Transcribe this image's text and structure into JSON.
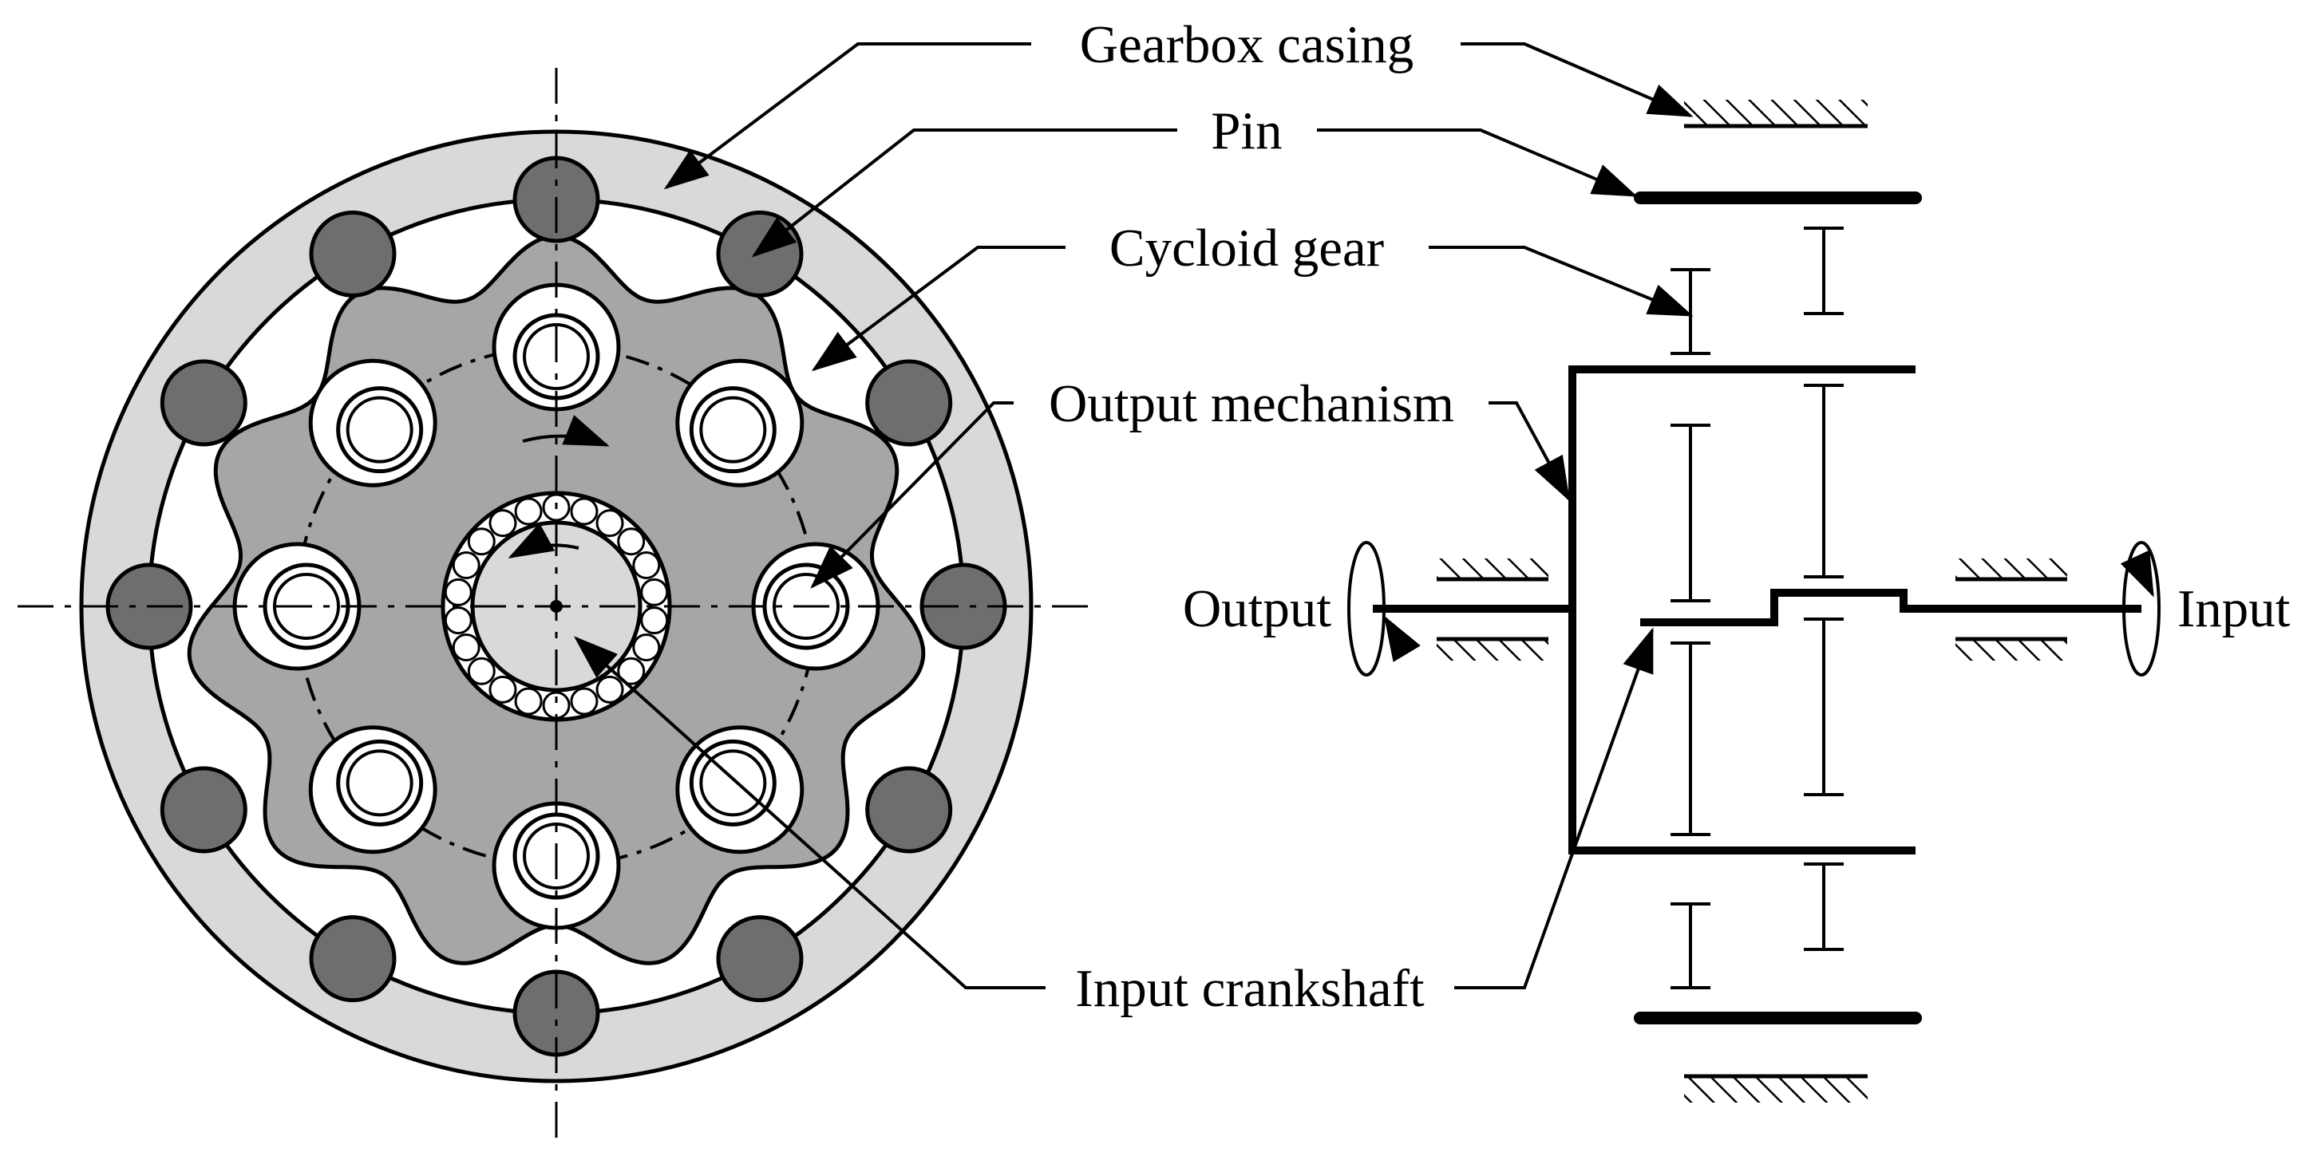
{
  "labels": {
    "gearbox_casing": "Gearbox casing",
    "pin": "Pin",
    "cycloid_gear": "Cycloid gear",
    "output_mechanism": "Output mechanism",
    "input_crankshaft": "Input crankshaft",
    "output": "Output",
    "input": "Input"
  },
  "components": {
    "pin_count": 12,
    "cycloid_lobes": 11,
    "output_holes": 8,
    "bearing_rollers": 22
  },
  "colors": {
    "casing": "#d9d9d9",
    "cycloid_gear": "#a6a6a6",
    "pin": "#6e6e6e",
    "hub": "#d9d9d9",
    "line": "#000000",
    "background": "#ffffff"
  }
}
